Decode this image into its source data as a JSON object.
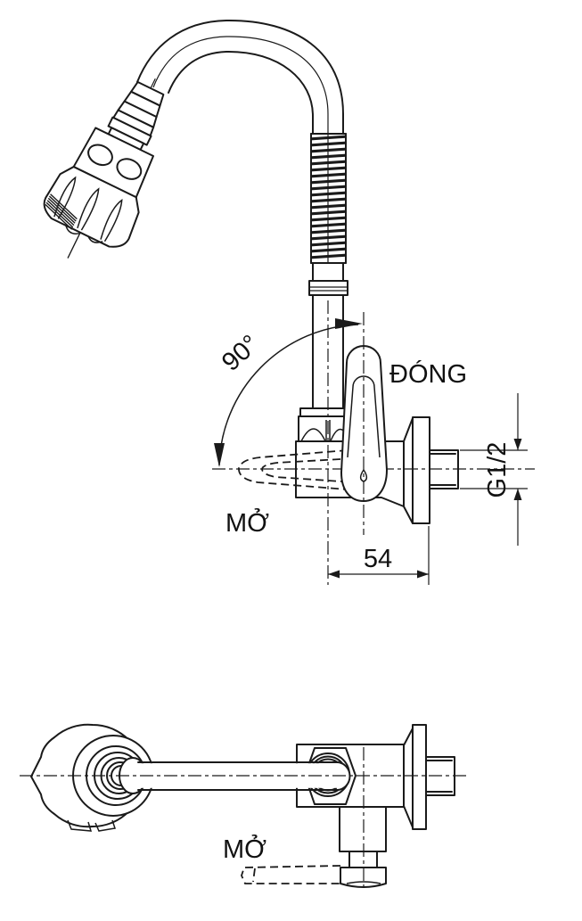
{
  "page": {
    "background": "#ffffff",
    "line_color": "#1a1a1a"
  },
  "front_view": {
    "angle_label": "90°",
    "closed_label": "ĐÓNG",
    "open_label": "MỞ",
    "width_dimension": "54",
    "thread_dimension": "G1/2"
  },
  "plan_view": {
    "open_label": "MỞ"
  }
}
